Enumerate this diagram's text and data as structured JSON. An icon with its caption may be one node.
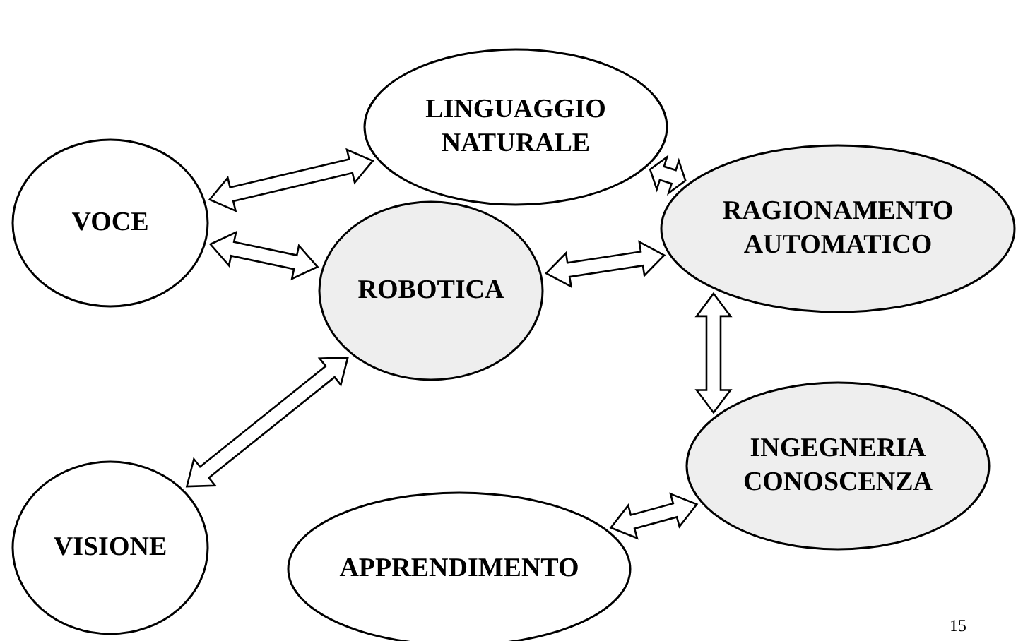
{
  "diagram": {
    "nodes": [
      {
        "text": [
          "LINGUAGGIO NATURALE"
        ]
      },
      {
        "text": [
          "VOCE"
        ]
      },
      {
        "text": [
          "RAGIONAMENTO AUTOMATICO"
        ]
      },
      {
        "text": [
          "ROBOTICA"
        ]
      },
      {
        "text": [
          "INGEGNERIA CONOSCENZA"
        ]
      },
      {
        "text": [
          "VISIONE"
        ]
      },
      {
        "text": [
          "APPRENDIMENTO"
        ]
      }
    ],
    "edges": [
      {
        "from": 0,
        "to": 1,
        "arrow": "both"
      },
      {
        "from": 0,
        "to": 2,
        "arrow": "both"
      },
      {
        "from": 1,
        "to": 3,
        "arrow": "both"
      },
      {
        "from": 3,
        "to": 2,
        "arrow": "both"
      },
      {
        "from": 2,
        "to": 4,
        "arrow": "both"
      },
      {
        "from": 3,
        "to": 5,
        "arrow": "both"
      },
      {
        "from": 6,
        "to": 4,
        "arrow": "both"
      }
    ],
    "labels": [
      "15"
    ]
  }
}
